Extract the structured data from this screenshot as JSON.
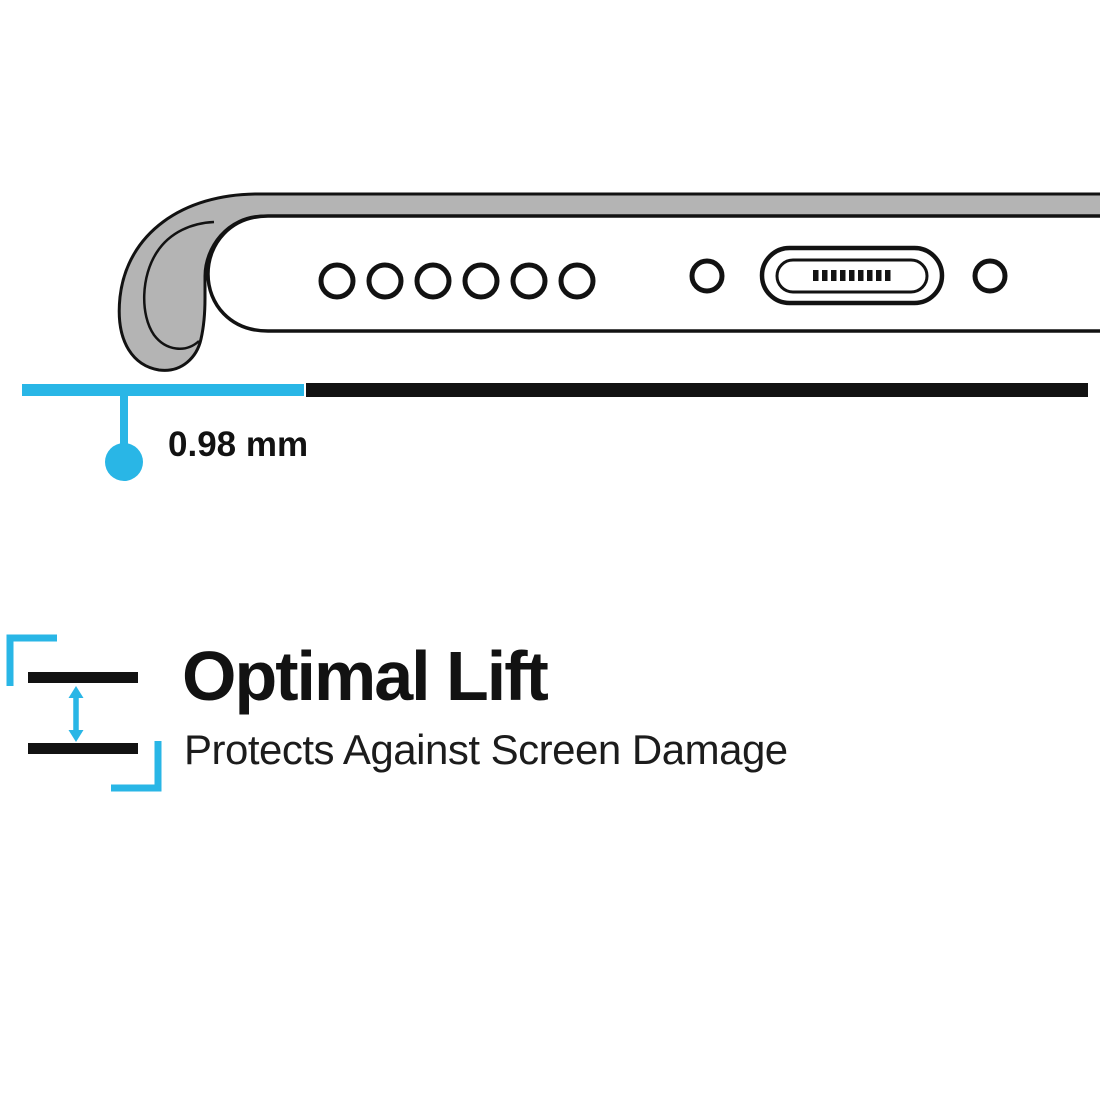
{
  "colors": {
    "accent": "#29b6e6",
    "ink": "#121212",
    "case_gray": "#b4b4b4"
  },
  "diagram": {
    "measurement_label": "0.98 mm"
  },
  "feature": {
    "title": "Optimal Lift",
    "subtitle": "Protects Against Screen Damage"
  }
}
